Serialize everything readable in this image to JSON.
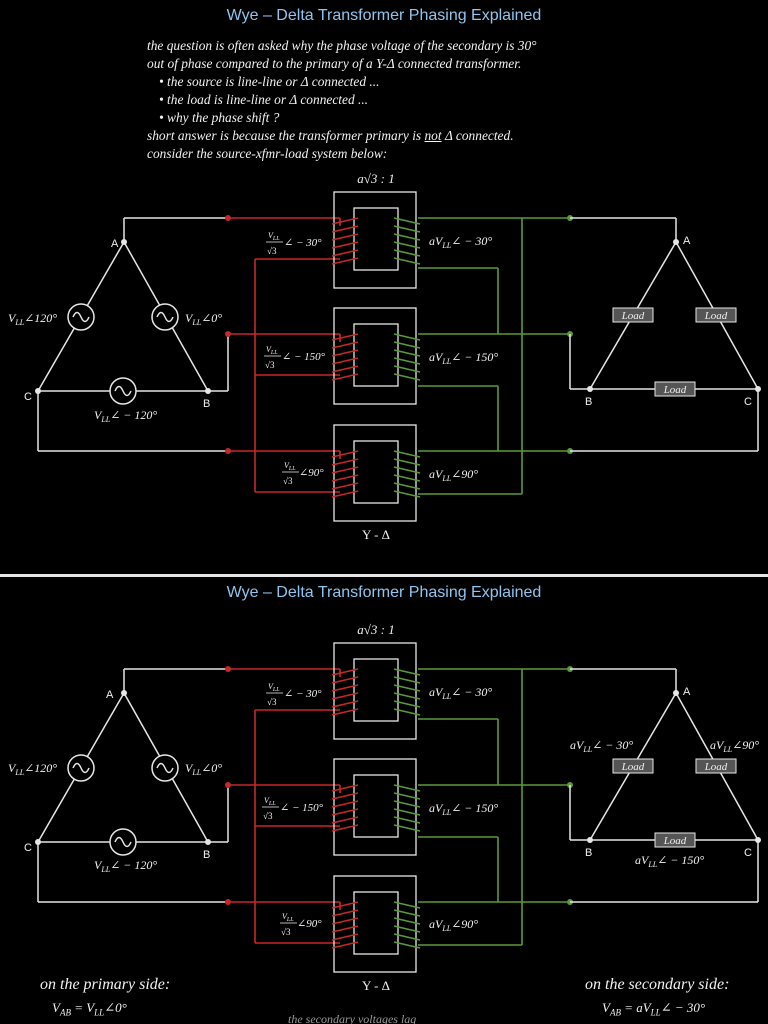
{
  "slide1": {
    "title": "Wye – Delta Transformer Phasing Explained",
    "intro": {
      "line1": "the question is often asked why the phase voltage of the secondary is 30°",
      "line2": "out of phase compared to the primary of a Y-Δ connected transformer.",
      "bullet1": "• the source is line-line or Δ connected ...",
      "bullet2": "• the load is line-line or Δ connected ...",
      "bullet3": "• why the phase shift ?",
      "short_pre": "short answer is because the transformer primary is ",
      "short_not": "not",
      "short_post": " Δ connected.",
      "line_last": "consider the source-xfmr-load system below:"
    }
  },
  "slide2": {
    "title": "Wye – Delta Transformer Phasing Explained",
    "primary_heading": "on the primary side:",
    "primary_eq1": "V",
    "primary_eq1_sub": "AB",
    "primary_eq1_rhs": "= V",
    "primary_eq1_rhs_sub": "LL",
    "primary_eq1_angle": "∠0°",
    "secondary_heading": "on the secondary side:",
    "secondary_eq1": "V",
    "secondary_eq1_sub": "AB",
    "secondary_eq1_rhs": "= aV",
    "secondary_eq1_rhs_sub": "LL",
    "secondary_eq1_angle": "∠ − 30°",
    "center_note": "the secondary voltages lag",
    "load_voltages": {
      "ab": "aV",
      "ab_sub": "LL",
      "ab_angle": "∠ − 30°",
      "ca": "aV",
      "ca_sub": "LL",
      "ca_angle": "∠90°",
      "bc": "aV",
      "bc_sub": "LL",
      "bc_angle": "∠ − 150°"
    }
  },
  "diagram": {
    "ratio": "a√3 : 1",
    "xfmr_type": "Y - Δ",
    "source": {
      "node_a": "A",
      "node_b": "B",
      "node_c": "C",
      "v_left": "V",
      "v_left_sub": "LL",
      "v_left_angle": "∠120°",
      "v_right": "V",
      "v_right_sub": "LL",
      "v_right_angle": "∠0°",
      "v_bottom": "V",
      "v_bottom_sub": "LL",
      "v_bottom_angle": "∠ − 120°"
    },
    "primary_labels": [
      {
        "num": "V",
        "num_sub": "LL",
        "den": "√3",
        "angle": "∠ − 30°"
      },
      {
        "num": "V",
        "num_sub": "LL",
        "den": "√3",
        "angle": "∠ − 150°"
      },
      {
        "num": "V",
        "num_sub": "LL",
        "den": "√3",
        "angle": "∠90°"
      }
    ],
    "secondary_labels": [
      {
        "pre": "aV",
        "sub": "LL",
        "angle": "∠ − 30°"
      },
      {
        "pre": "aV",
        "sub": "LL",
        "angle": "∠ − 150°"
      },
      {
        "pre": "aV",
        "sub": "LL",
        "angle": "∠90°"
      }
    ],
    "load": {
      "node_a": "A",
      "node_b": "B",
      "node_c": "C",
      "box_left": "Load",
      "box_right": "Load",
      "box_bottom": "Load"
    }
  },
  "colors": {
    "title": "#8ec5ef",
    "primary": "#c62828",
    "secondary": "#5a9a3a",
    "wire": "#e6e6e6"
  }
}
